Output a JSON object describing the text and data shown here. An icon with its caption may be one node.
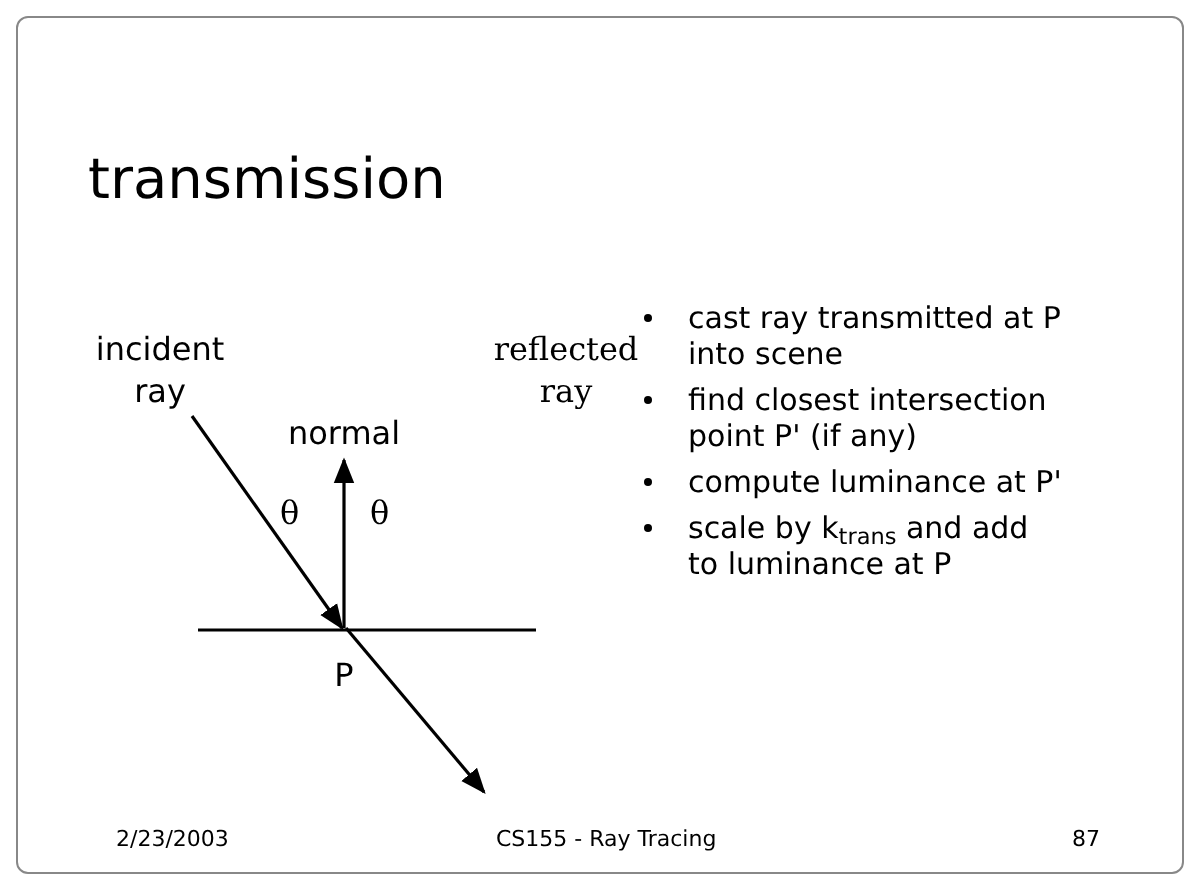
{
  "diagram": {
    "title": "transmission",
    "nodes": [
      {
        "text": [
          "incident ray"
        ]
      },
      {
        "text": [
          "normal"
        ]
      },
      {
        "text": [
          "P"
        ]
      }
    ],
    "edges": [
      {
        "from": 0,
        "to": 2,
        "arrow": "to"
      },
      {
        "from": 2,
        "to": 1,
        "arrow": "to"
      },
      {
        "from": 2,
        "to": null,
        "arrow": "to"
      }
    ],
    "labels": [
      "reflected ray",
      "θ",
      "θ",
      "cast ray transmitted at P into scene",
      "find closest intersection point P' (if any)",
      "compute luminance at P'",
      "scale by k$_{trans}$ and add to luminance at P",
      "2/23/2003",
      "CS155 - Ray Tracing",
      "87"
    ]
  }
}
